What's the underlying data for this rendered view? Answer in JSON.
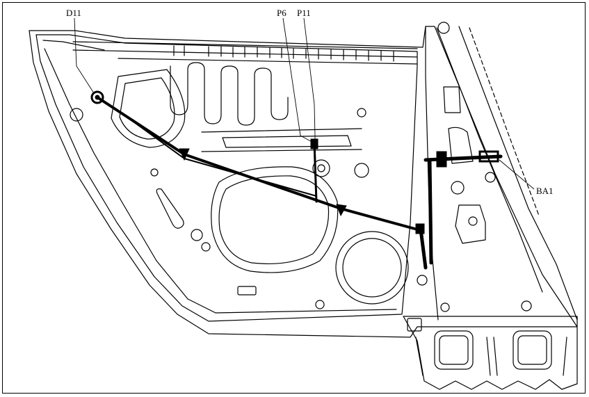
{
  "labels": {
    "d11": "D11",
    "p6": "P6",
    "p11": "P11",
    "ba1": "BA1"
  },
  "colors": {
    "line": "#000000",
    "background": "#ffffff"
  }
}
